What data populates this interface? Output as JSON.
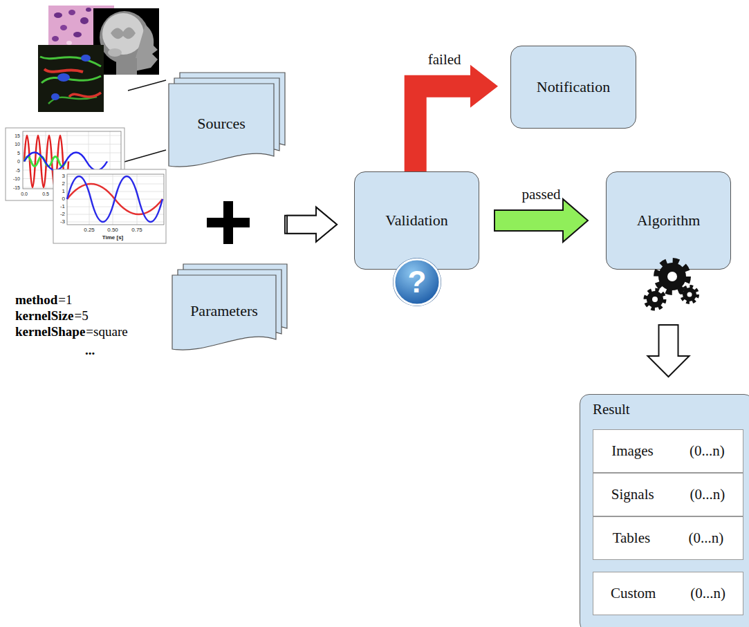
{
  "diagram": {
    "nodes": [
      {
        "text": [
          "Sources"
        ]
      },
      {
        "text": [
          "Parameters"
        ]
      },
      {
        "text": [
          "Validation"
        ]
      },
      {
        "text": [
          "Notification"
        ]
      },
      {
        "text": [
          "Algorithm"
        ]
      },
      {
        "text": [
          "Result"
        ]
      },
      {
        "text": [
          "Images",
          "(0...n)"
        ],
        "in": 5
      },
      {
        "text": [
          "Signals",
          "(0...n)"
        ],
        "in": 5
      },
      {
        "text": [
          "Tables",
          "(0...n)"
        ],
        "in": 5
      },
      {
        "text": [
          "Custom",
          "(0...n)"
        ],
        "in": 5
      }
    ],
    "edges": [
      {
        "from": 0,
        "to": 2,
        "arrow": "to"
      },
      {
        "from": 1,
        "to": 2,
        "arrow": "to"
      },
      {
        "from": 2,
        "to": 3,
        "label": "failed",
        "arrow": "to"
      },
      {
        "from": 2,
        "to": 4,
        "label": "passed",
        "arrow": "to"
      },
      {
        "from": 4,
        "to": 5,
        "arrow": "to"
      }
    ],
    "labels": [
      "15",
      "10",
      "5",
      "0",
      "-5",
      "-10",
      "-15",
      "0.0",
      "0.5",
      "3",
      "2",
      "1",
      "0",
      "-1",
      "-2",
      "-3",
      "0.25",
      "0.50",
      "0.75",
      "Time [s]",
      "method",
      "=1",
      "kernelSize",
      "=5",
      "kernelShape",
      "=square",
      "...",
      "?"
    ]
  }
}
